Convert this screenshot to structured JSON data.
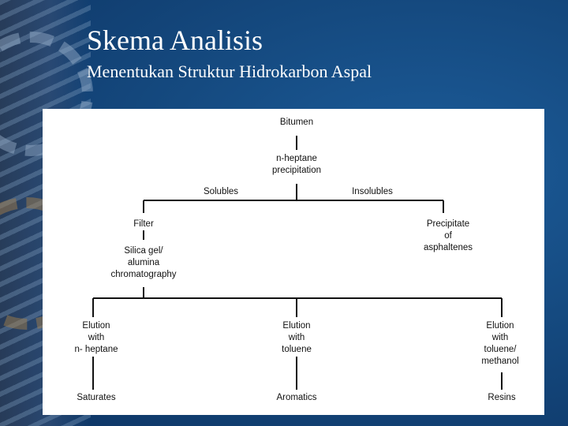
{
  "slide": {
    "title": "Skema Analisis",
    "subtitle": "Menentukan Struktur Hidrokarbon Aspal"
  },
  "diagram": {
    "nodes": {
      "bitumen": "Bitumen",
      "nheptane_precipitation": "n-heptane\nprecipitation",
      "solubles": "Solubles",
      "insolubles": "Insolubles",
      "filter": "Filter",
      "silica_chromatography": "Silica gel/\nalumina\nchromatography",
      "precipitate_asphaltenes": "Precipitate\nof\nasphaltenes",
      "elution_heptane": "Elution\nwith\nn- heptane",
      "elution_toluene": "Elution\nwith\ntoluene",
      "elution_toluene_methanol": "Elution\nwith\ntoluene/\nmethanol",
      "saturates": "Saturates",
      "aromatics": "Aromatics",
      "resins": "Resins"
    }
  },
  "colors": {
    "background": "#154a80",
    "text": "#ffffff",
    "panel": "#ffffff"
  }
}
